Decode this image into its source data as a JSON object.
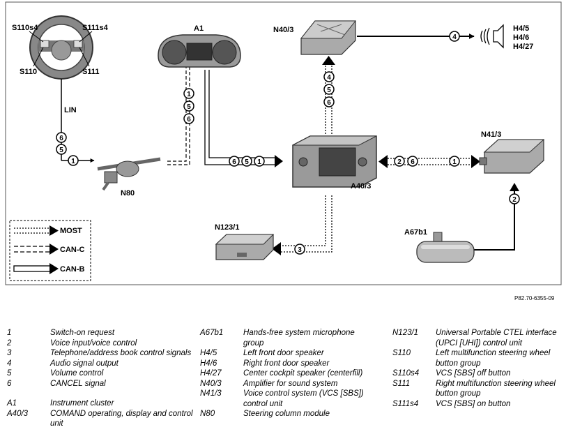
{
  "diagram": {
    "components": {
      "steering_wheel": {
        "labels": [
          "S110s4",
          "S111s4",
          "S110",
          "S111"
        ]
      },
      "instrument_cluster": "A1",
      "amplifier": "N40/3",
      "speakers": [
        "H4/5",
        "H4/6",
        "H4/27"
      ],
      "comand": "A40/3",
      "vcs": "N41/3",
      "steering_column": "N80",
      "upci": "N123/1",
      "microphone": "A67b1"
    },
    "bus_labels": {
      "lin": "LIN"
    },
    "signal_numbers": {
      "lin_a": "6",
      "lin_b": "5",
      "n80_out": "1",
      "a1_in_a": "1",
      "a1_in_b": "5",
      "a1_in_c": "6",
      "a1_out_a": "6",
      "a1_out_b": "5",
      "a1_out_c": "1",
      "amp_in_a": "4",
      "amp_in_b": "5",
      "amp_in_c": "6",
      "amp_out": "4",
      "vcs_a": "2",
      "vcs_b": "6",
      "vcs_c": "1",
      "mic": "2",
      "upci": "3"
    },
    "legend_box": [
      "MOST",
      "CAN-C",
      "CAN-B"
    ],
    "reference": "P82.70-6355-09"
  },
  "legend": {
    "col1": [
      {
        "key": "1",
        "value": "Switch-on request"
      },
      {
        "key": "2",
        "value": "Voice input/voice control"
      },
      {
        "key": "3",
        "value": "Telephone/address book control signals"
      },
      {
        "key": "4",
        "value": "Audio signal output"
      },
      {
        "key": "5",
        "value": "Volume control"
      },
      {
        "key": "6",
        "value": "CANCEL signal"
      },
      {
        "key": "A1",
        "value": "Instrument cluster"
      },
      {
        "key": "A40/3",
        "value": "COMAND operating, display and control unit"
      }
    ],
    "col2": [
      {
        "key": "A67b1",
        "value": "Hands-free system microphone group"
      },
      {
        "key": "H4/5",
        "value": "Left front door speaker"
      },
      {
        "key": "H4/6",
        "value": "Right front door speaker"
      },
      {
        "key": "H4/27",
        "value": "Center cockpit speaker (centerfill)"
      },
      {
        "key": "N40/3",
        "value": "Amplifier for sound system"
      },
      {
        "key": "N41/3",
        "value": "Voice control system (VCS [SBS]) control unit"
      },
      {
        "key": "N80",
        "value": "Steering column module"
      }
    ],
    "col3": [
      {
        "key": "N123/1",
        "value": "Universal Portable CTEL interface (UPCI [UHI]) control unit"
      },
      {
        "key": "S110",
        "value": "Left multifunction steering wheel button group"
      },
      {
        "key": "S110s4",
        "value": "VCS [SBS] off button"
      },
      {
        "key": "S111",
        "value": "Right multifunction steering wheel button group"
      },
      {
        "key": "S111s4",
        "value": "VCS [SBS] on button"
      }
    ]
  }
}
